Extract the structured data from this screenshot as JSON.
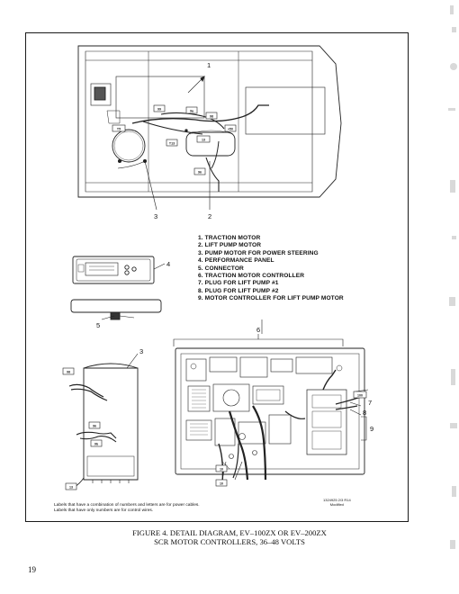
{
  "figure": {
    "callouts": {
      "top_1": "1",
      "top_3": "3",
      "top_2": "2",
      "panel_4": "4",
      "connector_5": "5",
      "controller_6": "6",
      "motor_3": "3",
      "pump_7": "7",
      "pump_8": "8",
      "controller_9": "9"
    },
    "wire_tags": {
      "t1": "99",
      "t2": "9a",
      "t3": "T5",
      "t4": "98",
      "t5": "T13",
      "t6": "+50",
      "t7": "9b",
      "t8": "96",
      "t9": "98",
      "t10": "13",
      "t11": "96",
      "t12": "100",
      "t13": "10",
      "t14": "10",
      "t15": "13"
    },
    "legend": [
      "1. TRACTION MOTOR",
      "2. LIFT PUMP MOTOR",
      "3. PUMP MOTOR FOR POWER STEERING",
      "4. PERFORMANCE PANEL",
      "5. CONNECTOR",
      "6. TRACTION MOTOR CONTROLLER",
      "7. PLUG FOR LIFT PUMP #1",
      "8. PLUG FOR LIFT PUMP #2",
      "9. MOTOR CONTROLLER FOR LIFT PUMP MOTOR"
    ],
    "note_lines": [
      "Labels that have a combination of numbers and letters are for power cables.",
      "Labels that have only numbers are for control wires."
    ],
    "reference_lines": [
      "1324925 2/3 R14",
      "Modified"
    ]
  },
  "caption_lines": [
    "FIGURE 4. DETAIL DIAGRAM, EV–100ZX OR EV–200ZX",
    "SCR MOTOR CONTROLLERS, 36–48 VOLTS"
  ],
  "page_number": "19"
}
